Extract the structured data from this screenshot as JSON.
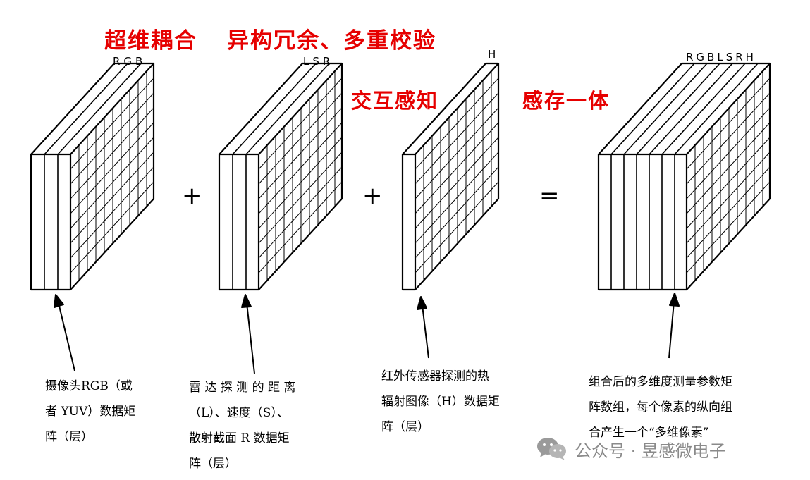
{
  "headline": {
    "line1_a": "超维耦合",
    "line1_b": "异构冗余、多重校验",
    "line2_a": "交互感知",
    "line2_b": "感存一体"
  },
  "blocks": [
    {
      "top_label": "RGB",
      "caption_lines": [
        "摄像头RGB（或",
        "者 YUV）数据矩",
        "阵（层）"
      ]
    },
    {
      "top_label": "LSR",
      "caption_lines": [
        "雷 达 探 测 的 距 离",
        "（L）、速度（S）、",
        "散射截面 R 数据矩",
        "阵（层）"
      ]
    },
    {
      "top_label": "H",
      "caption_lines": [
        "红外传感器探测的热",
        "辐射图像（H）数据矩",
        "阵（层）"
      ]
    },
    {
      "top_label": "RGBLSRH",
      "caption_lines": [
        "组合后的多维度测量参数矩",
        "阵数组，每个像素的纵向组",
        "合产生一个“多维像素”"
      ]
    }
  ],
  "operators": {
    "plus1": "+",
    "plus2": "+",
    "equals": "="
  },
  "watermark": "公众号 · 昱感微电子"
}
